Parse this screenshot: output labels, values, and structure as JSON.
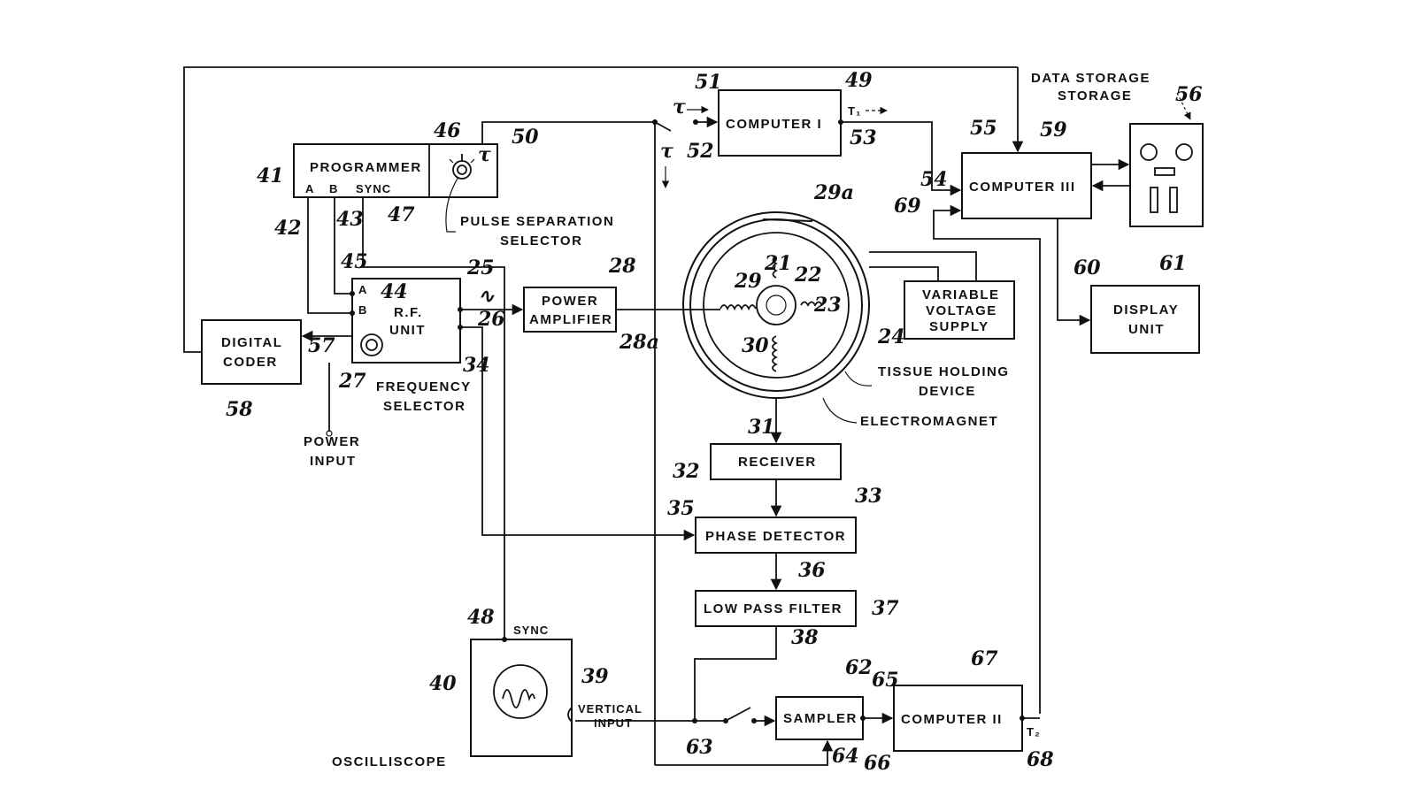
{
  "blocks": {
    "programmer": "PROGRAMMER",
    "programmer_a": "A",
    "programmer_b": "B",
    "programmer_sync": "SYNC",
    "pulse_sel_1": "PULSE  SEPARATION",
    "pulse_sel_2": "SELECTOR",
    "rf_1": "R.F.",
    "rf_2": "UNIT",
    "rf_a": "A",
    "rf_b": "B",
    "freq_sel_1": "FREQUENCY",
    "freq_sel_2": "SELECTOR",
    "digital_1": "DIGITAL",
    "digital_2": "CODER",
    "power_input_1": "POWER",
    "power_input_2": "INPUT",
    "power_amp_1": "POWER",
    "power_amp_2": "AMPLIFIER",
    "computer1": "COMPUTER I",
    "computer2": "COMPUTER II",
    "computer3": "COMPUTER III",
    "data_storage_1": "DATA  STORAGE",
    "data_storage_2": "STORAGE",
    "display_1": "DISPLAY",
    "display_2": "UNIT",
    "vvs_1": "VARIABLE",
    "vvs_2": "VOLTAGE",
    "vvs_3": "SUPPLY",
    "tissue_1": "TISSUE  HOLDING",
    "tissue_2": "DEVICE",
    "electromagnet": "ELECTROMAGNET",
    "receiver": "RECEIVER",
    "phase_detector": "PHASE  DETECTOR",
    "low_pass": "LOW  PASS  FILTER",
    "sampler": "SAMPLER",
    "oscilloscope": "OSCILLISCOPE",
    "osc_sync": "SYNC",
    "vertical_1": "VERTICAL",
    "vertical_2": "INPUT",
    "tau": "τ",
    "t1": "T₁",
    "t2": "T₂",
    "ac": "∿"
  },
  "refs": {
    "r21": "21",
    "r22": "22",
    "r23": "23",
    "r24": "24",
    "r25": "25",
    "r26": "26",
    "r27": "27",
    "r28": "28",
    "r28a": "28a",
    "r29": "29",
    "r29a": "29a",
    "r30": "30",
    "r31": "31",
    "r32": "32",
    "r33": "33",
    "r34": "34",
    "r35": "35",
    "r36": "36",
    "r37": "37",
    "r38": "38",
    "r39": "39",
    "r40": "40",
    "r41": "41",
    "r42": "42",
    "r43": "43",
    "r44": "44",
    "r45": "45",
    "r46": "46",
    "r47": "47",
    "r48": "48",
    "r49": "49",
    "r50": "50",
    "r51": "51",
    "r52": "52",
    "r53": "53",
    "r54": "54",
    "r55": "55",
    "r56": "56",
    "r57": "57",
    "r58": "58",
    "r59": "59",
    "r60": "60",
    "r61": "61",
    "r62": "62",
    "r63": "63",
    "r64": "64",
    "r65": "65",
    "r66": "66",
    "r67": "67",
    "r68": "68",
    "r69": "69"
  }
}
